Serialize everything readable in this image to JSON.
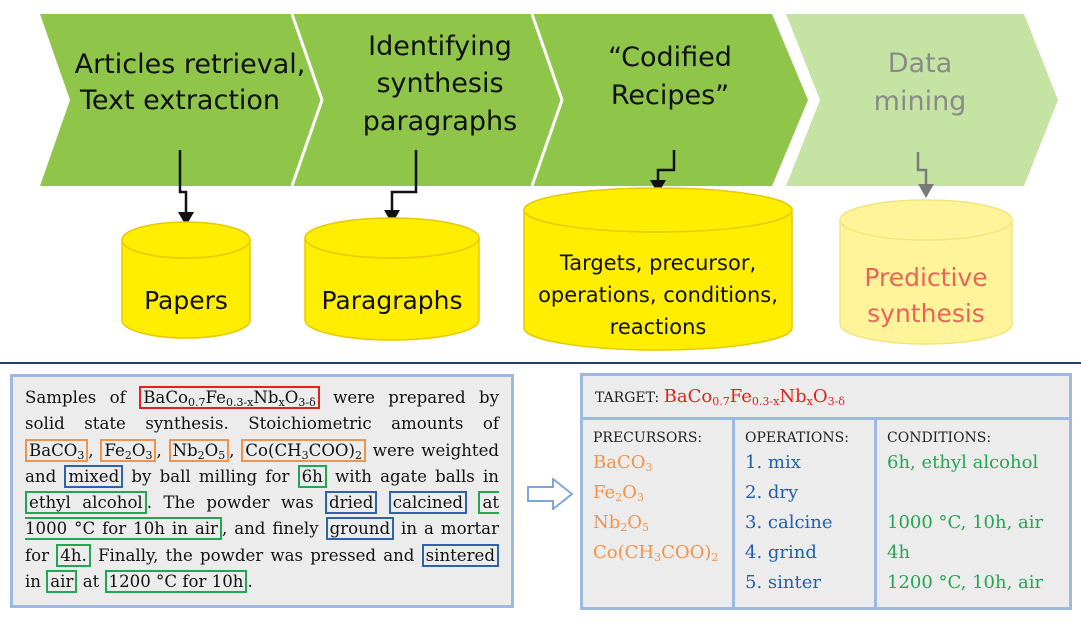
{
  "pipeline": {
    "steps": [
      {
        "lines": [
          "Articles retrieval,",
          "Text extraction"
        ]
      },
      {
        "lines": [
          "Identifying",
          "synthesis",
          "paragraphs"
        ]
      },
      {
        "lines": [
          "“Codified",
          "Recipes”"
        ]
      },
      {
        "lines": [
          "Data",
          "mining"
        ]
      }
    ],
    "databases": [
      {
        "lines": [
          "Papers"
        ]
      },
      {
        "lines": [
          "Paragraphs"
        ]
      },
      {
        "lines": [
          "Targets, precursor,",
          "operations, conditions,",
          "reactions"
        ]
      },
      {
        "lines": [
          "Predictive",
          "synthesis"
        ]
      }
    ],
    "colors": {
      "active_arrow": "#8fc649",
      "faded_arrow": "#c5e4a4",
      "cylinder": "#ffee00",
      "faded_cylinder": "#fff49a",
      "faded_text": "#e8655a"
    }
  },
  "paragraph": {
    "t1": "Samples of ",
    "target_a": "BaCo",
    "target_s1": "0.7",
    "target_b": "Fe",
    "target_s2": "0.3-x",
    "target_c": "Nb",
    "target_s3": "x",
    "target_d": "O",
    "target_s4": "3-δ",
    "t2": " were prepared by solid state synthesis. Stoichiometric amounts of ",
    "p1a": "BaCO",
    "p1s": "3",
    "comma": ",",
    "p2a": "Fe",
    "p2s1": "2",
    "p2b": "O",
    "p2s2": "3",
    "p3a": "Nb",
    "p3s1": "2",
    "p3b": "O",
    "p3s2": "5",
    "p4a": "Co(CH",
    "p4s1": "3",
    "p4b": "COO)",
    "p4s2": "2",
    "t3": " were weighted and ",
    "op_mixed": "mixed",
    "t4": " by ball milling for ",
    "c_6h": "6h",
    "t5": " with agate balls in ",
    "c_ethyl": "ethyl alcohol",
    "t6": ". The powder was ",
    "op_dried": "dried",
    "op_calcined": "calcined",
    "c_1000": "at 1000 °C for 10h in air",
    "t7": ", and finely ",
    "op_ground": "ground",
    "t8": " in a mortar for ",
    "c_4h": "4h.",
    "t9": " Finally, the powder was pressed and ",
    "op_sintered": "sintered",
    "t10": " in ",
    "c_air": "air",
    "t11": " at ",
    "c_1200": "1200 °C for 10h",
    "t12": "."
  },
  "recipe": {
    "target_label": "TARGET:",
    "precursors_header": "PRECURSORS:",
    "operations_header": "OPERATIONS:",
    "conditions_header": "CONDITIONS:",
    "precursor2": {
      "a": "Fe",
      "s1": "2",
      "b": "O",
      "s2": "3"
    },
    "operations": [
      "1. mix",
      "2. dry",
      "3. calcine",
      "4. grind",
      "5. sinter"
    ],
    "conditions": [
      "6h, ethyl alcohol",
      "",
      "1000 °C, 10h, air",
      "4h",
      "1200 °C, 10h, air"
    ]
  }
}
